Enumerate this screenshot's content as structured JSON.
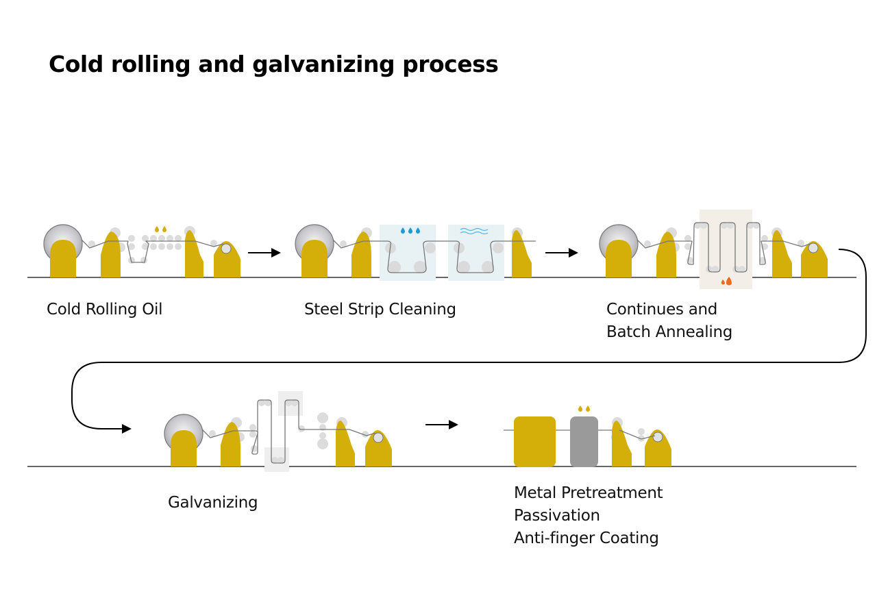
{
  "title": "Cold rolling and galvanizing process",
  "colors": {
    "machine_gold": "#d4af0a",
    "roller_gray": "#dcdcdc",
    "coil_gray": "#b8b8bc",
    "strip": "#777777",
    "ground": "#666666",
    "water_blue": "#1a9ad6",
    "cleaning_box": "#e8f1f4",
    "annealing_box": "#f3efe8",
    "flame_orange": "#ef6b1a",
    "galv_box": "#eeeeee",
    "passivation_gray": "#9a9a9a",
    "arrow": "#000000"
  },
  "steps": [
    {
      "id": "cold-rolling-oil",
      "label_lines": [
        "Cold Rolling Oil"
      ],
      "icon": "oil-drops-icon"
    },
    {
      "id": "steel-strip-cleaning",
      "label_lines": [
        "Steel Strip Cleaning"
      ],
      "icon": "water-drops-icon"
    },
    {
      "id": "annealing",
      "label_lines": [
        "Continues and",
        "Batch Annealing"
      ],
      "icon": "flame-icon"
    },
    {
      "id": "galvanizing",
      "label_lines": [
        "Galvanizing"
      ],
      "icon": "zinc-bath-icon"
    },
    {
      "id": "finishing",
      "label_lines": [
        "Metal Pretreatment",
        "Passivation",
        "Anti-finger Coating"
      ],
      "icon": "oil-drops-icon"
    }
  ],
  "flow": [
    "cold-rolling-oil",
    "steel-strip-cleaning",
    "annealing",
    "galvanizing",
    "finishing"
  ]
}
